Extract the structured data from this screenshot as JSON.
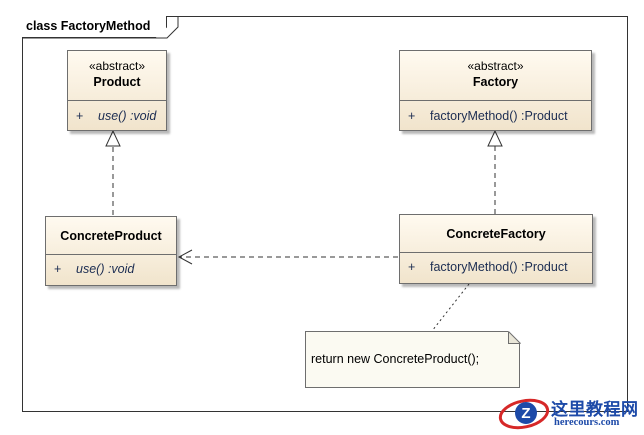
{
  "diagram": {
    "frame_title": "class FactoryMethod",
    "classes": {
      "product": {
        "stereotype": "«abstract»",
        "name": "Product",
        "operations": [
          {
            "visibility": "+",
            "signature": "use()  :void"
          }
        ]
      },
      "factory": {
        "stereotype": "«abstract»",
        "name": "Factory",
        "operations": [
          {
            "visibility": "+",
            "signature": "factoryMethod()  :Product"
          }
        ]
      },
      "concrete_product": {
        "name": "ConcreteProduct",
        "operations": [
          {
            "visibility": "+",
            "signature": "use()  :void"
          }
        ]
      },
      "concrete_factory": {
        "name": "ConcreteFactory",
        "operations": [
          {
            "visibility": "+",
            "signature": "factoryMethod()  :Product"
          }
        ]
      }
    },
    "note": {
      "text": "return new ConcreteProduct();"
    },
    "relations": [
      {
        "type": "realization",
        "from": "ConcreteProduct",
        "to": "Product"
      },
      {
        "type": "realization",
        "from": "ConcreteFactory",
        "to": "Factory"
      },
      {
        "type": "dependency",
        "from": "ConcreteFactory",
        "to": "ConcreteProduct"
      },
      {
        "type": "note-anchor",
        "from": "note",
        "to": "ConcreteFactory"
      }
    ],
    "colors": {
      "class_fill_top": "#fffaf0",
      "class_fill_bottom": "#f1e4cc",
      "operation_text": "#1c2d52"
    }
  },
  "watermark": {
    "site_name": "这里教程网",
    "url": "herecours.com"
  }
}
